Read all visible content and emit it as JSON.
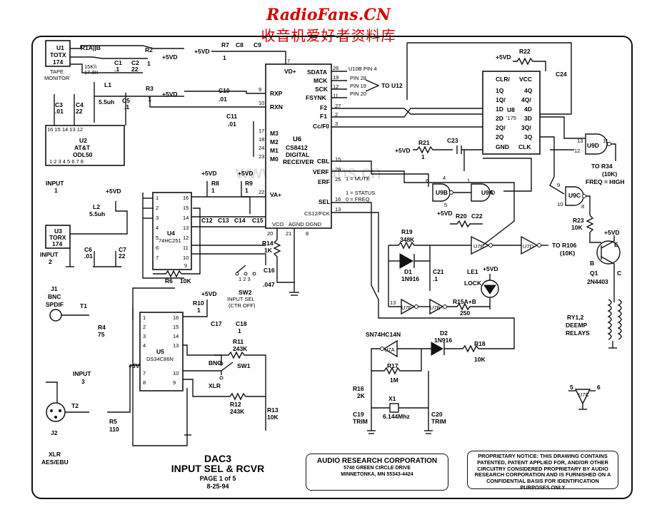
{
  "header": {
    "watermark_site": "RadioFans.CN",
    "watermark_cn": "收音机爱好者资料库",
    "faint_watermark": "www.radiofans.cn"
  },
  "title_block": {
    "title_line1": "DAC3",
    "title_line2": "INPUT SEL & RCVR",
    "page": "PAGE 1 of 5",
    "date": "8-25-94",
    "company": "AUDIO RESEARCH CORPORATION",
    "address1": "5740 GREEN CIRCLE DRIVE",
    "address2": "MINNETONKA, MN 55343-4424",
    "notice": "PROPRIETARY NOTICE: THIS DRAWING CONTAINS PATENTED, PATENT APPLIED FOR, AND/OR OTHER CIRCUITRY CONSIDERED PROPRIETARY BY AUDIO RESEARCH CORPORATION AND IS FURNISHED ON A CONFIDENTIAL BASIS FOR IDENTIFICATION PURPOSES ONLY"
  },
  "labels": {
    "u1": "U1",
    "u1p": "TOTX",
    "u1n": "174",
    "tape1": "TAPE",
    "tape2": "MONITOR",
    "r1ab": "R1A||B",
    "r1v": "15K\\\\",
    "r1v2": "17.8K",
    "c1": "C1",
    "c1v": ".1",
    "c2": "C2",
    "c2v": "22",
    "r2": "R2",
    "r2v": "1",
    "vd1": "+5VD",
    "l1": "L1",
    "l1v": "5.5uh",
    "r3": "R3",
    "r3v": "1",
    "vd2": "+5VD",
    "c3": "C3",
    "c3v": ".01",
    "c4": "C4",
    "c4v": "22",
    "c5": "C5",
    "c5v": ".1",
    "u2": "U2",
    "u2p": "AT&T",
    "u2n": "ODL50",
    "input1": "INPUT",
    "input1n": "1",
    "l2": "L2",
    "l2v": "5.5uh",
    "vd3": "+5VD",
    "u3": "U3",
    "u3p": "TORX",
    "u3n": "174",
    "c6": "C6",
    "c6v": ".01",
    "c7": "C7",
    "c7v": "22",
    "input2": "INPUT",
    "input2n": "2",
    "j1": "J1",
    "bnc": "BNC",
    "spdif": "SPDIF",
    "t1": "T1",
    "r4": "R4",
    "r4v": "75",
    "input3": "INPUT",
    "input3n": "3",
    "t2": "T2",
    "r5": "R5",
    "r5v": "110",
    "j2": "J2",
    "xlr": "XLR",
    "aes": "AES/EBU",
    "u4": "U4",
    "u4p": "74HC251",
    "r6": "R6",
    "r6v": "10K",
    "r8": "R8",
    "r8v": "1",
    "r9": "R9",
    "r9v": "1",
    "vd4": "+5VD",
    "vd5": "+5VD",
    "c12": "C12",
    "c13": "C13",
    "c14": "C14",
    "c15": "C15",
    "r7": "R7",
    "r7v": "1",
    "c8": "C8",
    "c9": "C9",
    "vd6": "+5VD",
    "c10": "C10",
    "c10v": ".01",
    "c11": "C11",
    "c11v": ".01",
    "u6": "U6",
    "u6p1": "CS8412",
    "u6p2": "DIGITAL",
    "u6p3": "RECEIVER",
    "vdp": "VD+",
    "rxp": "RXP",
    "rxn": "RXN",
    "m3": "M3",
    "m2": "M2",
    "m1": "M1",
    "m0": "M0",
    "vap": "VA+",
    "sdata": "SDATA",
    "mck": "MCK",
    "sck": "SCK",
    "fsynk": "FSYNK",
    "f2": "F2",
    "f1": "F1",
    "ccf0": "Cc/F0",
    "cbl": "CBL",
    "verf": "VERF",
    "erf": "ERF",
    "sel": "SEL",
    "cs12": "CS12/FCK",
    "vco": "VCO",
    "agnd": "AGND",
    "dgnd": "DGND",
    "u10b": "U10B PIN 4",
    "pin28": "PIN 28",
    "pin19": "PIN 19",
    "pin20": "PIN 20",
    "tou12": "TO U12",
    "mute": "1 = MUTE",
    "status": "1 = STATUS",
    "freq0": "0 = FREQ",
    "r14": "R14",
    "r14v": "1K",
    "c16": "C16",
    "c16v": ".047",
    "sw2": "SW2",
    "sw2l1": "INPUT SEL",
    "sw2l2": "(CTR OFF)",
    "u5": "U5",
    "u5p": "DS34C86N",
    "r10": "R10",
    "r10v": "1",
    "vd7": "+5VD",
    "c17": "C17",
    "c18": "C18",
    "c18v": "1",
    "r11": "R11",
    "r11v": "243K",
    "sw1": "SW1",
    "bnc2": "BNC",
    "xlr2": "XLR",
    "r12": "R12",
    "r12v": "243K",
    "r13": "R13",
    "r13v": "10K",
    "p5v": "+5V",
    "r22": "R22",
    "c24": "C24",
    "vd8": "+5VD",
    "u8": "U8",
    "u8p": "'175",
    "clr": "CLR/",
    "vcc": "VCC",
    "q1": "1Q",
    "q1n": "1Q/",
    "d1": "1D",
    "d2": "2D",
    "q2n": "2Q/",
    "q2": "2Q",
    "gnd": "GND",
    "q4": "4Q",
    "q4n": "4Q/",
    "d4": "4D",
    "d3": "3D",
    "q3n": "3Q/",
    "q3": "3Q",
    "clk": "CLK",
    "u9d": "U9D",
    "tor34": "TO R34",
    "tor34v": "(10K)",
    "freqhigh": "FREQ = HIGH",
    "r21": "R21",
    "r21v": "1",
    "c23": "C23",
    "vd9": "+5VD",
    "u9b": "U9B",
    "u9a": "U9A",
    "u9c": "U9C",
    "r20": "R20",
    "c22": "C22",
    "vd10": "+5VD",
    "r19": "R19",
    "r19v": "348K",
    "u7b": "U7B",
    "u7d": "U7D",
    "tor106": "TO R106",
    "tor106v": "(10K)",
    "d1l": "D1",
    "d1v": "1N916",
    "c21": "C21",
    "c21v": ".1",
    "le1": "LE1",
    "lock": "LOCK",
    "vd11": "+5VD",
    "u7f": "U7F",
    "u7e": "U7E",
    "r15": "R15A+B",
    "r15v": "250",
    "r23": "R23",
    "r23v": "10K",
    "vd12": "+5VD",
    "q1l": "Q1",
    "q1v": "2N4403",
    "ry": "RY1,2",
    "deemp": "DEEMP",
    "relays": "RELAYS",
    "sn": "SN74HC14N",
    "u7a": "U7A",
    "d2l": "D2",
    "d2v": "1N916",
    "r18": "R18",
    "r18v": "10K",
    "r17": "R17",
    "r17v": "1M",
    "r16": "R16",
    "r16v": "2K",
    "x1": "X1",
    "x1v": "6.144Mhz",
    "c19": "C19",
    "c19v": "TRIM",
    "c20": "C20",
    "c20v": "TRIM",
    "u7c": "U7C"
  }
}
